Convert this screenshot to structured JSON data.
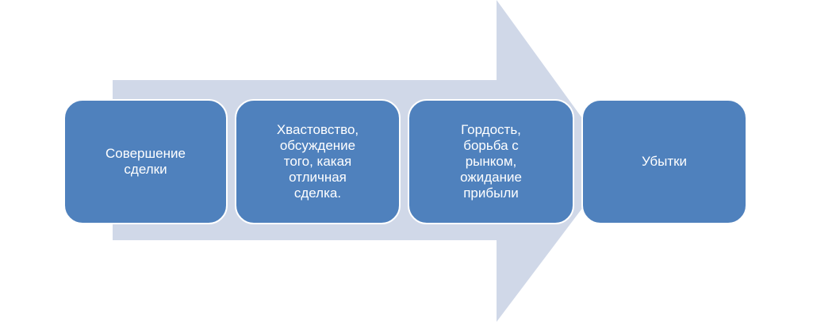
{
  "diagram": {
    "type": "process-arrow",
    "colors": {
      "arrow_fill": "#d0d8e8",
      "box_fill": "#4f81bd",
      "box_border": "#ffffff",
      "text": "#ffffff"
    },
    "steps": [
      {
        "label": "Совершение\nсделки"
      },
      {
        "label": "Хвастовство,\nобсуждение\nтого, какая\nотличная\nсделка."
      },
      {
        "label": "Гордость,\nборьба с\nрынком,\nожидание\nприбыли"
      },
      {
        "label": "Убытки"
      }
    ]
  }
}
